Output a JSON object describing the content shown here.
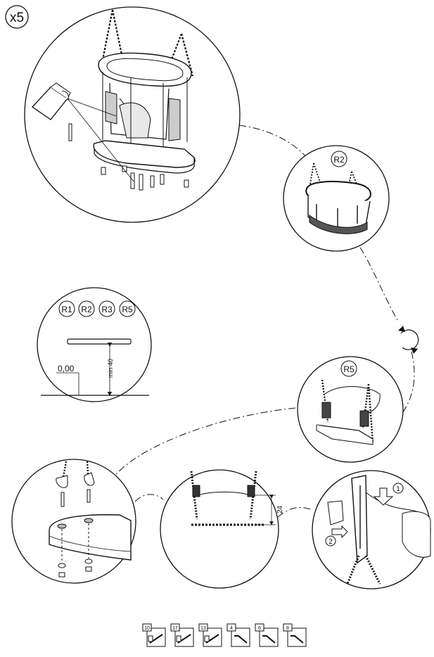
{
  "multiplier": "x5",
  "badges": {
    "swing_basket": "R2",
    "flat_seat": "R5",
    "height_check": [
      "R1",
      "R2",
      "R3",
      "R5"
    ]
  },
  "height_detail": {
    "ground_label": "0,00",
    "min_height_label": "min 40"
  },
  "chain_detail": {
    "dimension_label": "24"
  },
  "clip_detail": {
    "step1": "1",
    "step2": "2"
  },
  "tools": [
    "10",
    "17",
    "13",
    "4",
    "6",
    "8"
  ],
  "colors": {
    "line": "#111111",
    "background": "#ffffff"
  }
}
